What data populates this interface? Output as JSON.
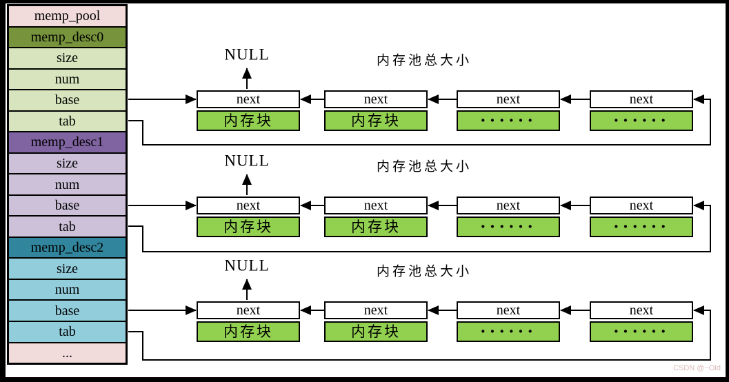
{
  "canvas": {
    "background": "#ffffff",
    "border_color": "#000000"
  },
  "table": {
    "rows": [
      {
        "label": "memp_pool",
        "bg": "#f2dcdb"
      },
      {
        "label": "memp_desc0",
        "bg": "#77933c"
      },
      {
        "label": "size",
        "bg": "#d7e4bd"
      },
      {
        "label": "num",
        "bg": "#d7e4bd"
      },
      {
        "label": "base",
        "bg": "#d7e4bd"
      },
      {
        "label": "tab",
        "bg": "#d7e4bd"
      },
      {
        "label": "memp_desc1",
        "bg": "#8064a2"
      },
      {
        "label": "size",
        "bg": "#ccc1d9"
      },
      {
        "label": "num",
        "bg": "#ccc1d9"
      },
      {
        "label": "base",
        "bg": "#ccc1d9"
      },
      {
        "label": "tab",
        "bg": "#ccc1d9"
      },
      {
        "label": "memp_desc2",
        "bg": "#31859c"
      },
      {
        "label": "size",
        "bg": "#92cddc"
      },
      {
        "label": "num",
        "bg": "#92cddc"
      },
      {
        "label": "base",
        "bg": "#92cddc"
      },
      {
        "label": "tab",
        "bg": "#92cddc"
      },
      {
        "label": "...",
        "bg": "#f2dcdb"
      }
    ]
  },
  "pools": [
    {
      "null_label": "NULL",
      "size_label": "内存池总大小",
      "nodes": [
        {
          "next": "next",
          "block": "内存块"
        },
        {
          "next": "next",
          "block": "内存块"
        },
        {
          "next": "next",
          "block": "······"
        },
        {
          "next": "next",
          "block": "······"
        }
      ]
    },
    {
      "null_label": "NULL",
      "size_label": "内存池总大小",
      "nodes": [
        {
          "next": "next",
          "block": "内存块"
        },
        {
          "next": "next",
          "block": "内存块"
        },
        {
          "next": "next",
          "block": "······"
        },
        {
          "next": "next",
          "block": "······"
        }
      ]
    },
    {
      "null_label": "NULL",
      "size_label": "内存池总大小",
      "nodes": [
        {
          "next": "next",
          "block": "内存块"
        },
        {
          "next": "next",
          "block": "内存块"
        },
        {
          "next": "next",
          "block": "······"
        },
        {
          "next": "next",
          "block": "······"
        }
      ]
    }
  ],
  "colors": {
    "block_fill": "#92d050",
    "node_fill": "#ffffff",
    "line": "#000000"
  },
  "watermark": "CSDN @~Old"
}
